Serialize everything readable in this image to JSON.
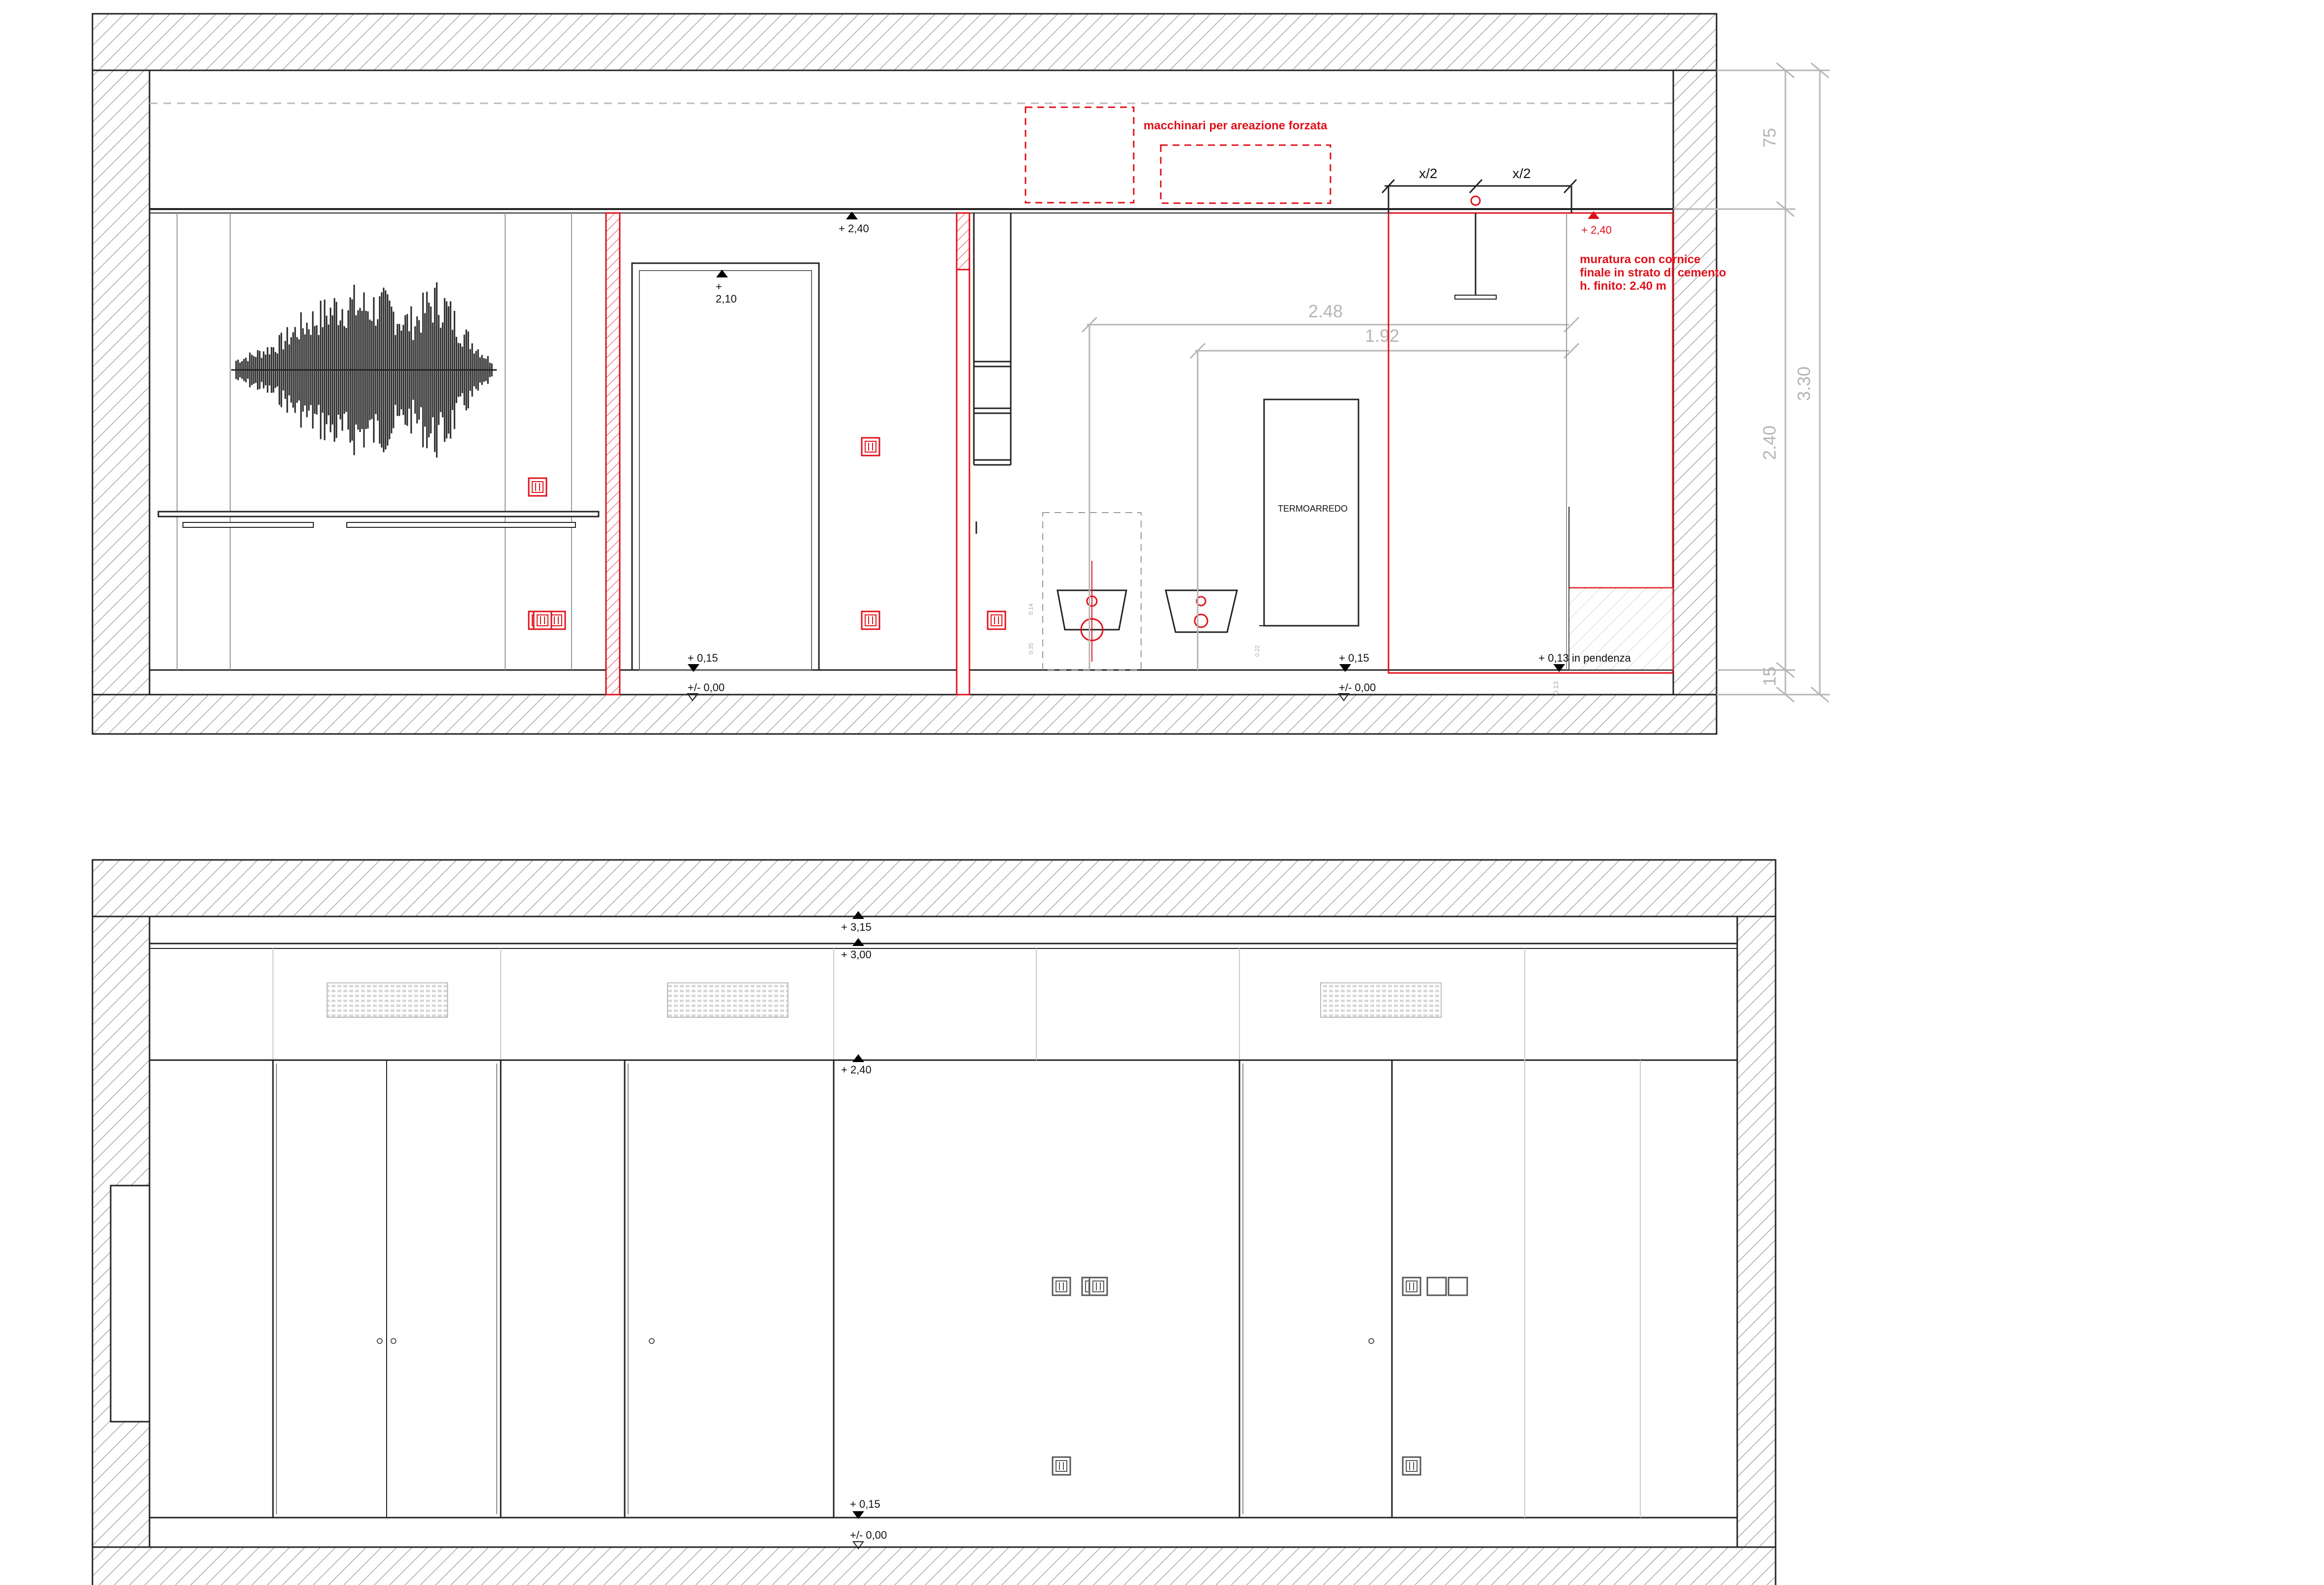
{
  "section_top": {
    "levels": {
      "ceiling_240": "+ 2,40",
      "door_210_a": "+",
      "door_210_b": "2,10",
      "floor_015_left": "+ 0,15",
      "floor_000_left": "+/- 0,00",
      "floor_015_right": "+ 0,15",
      "floor_000_right": "+/- 0,00",
      "shower_013": "+ 0,13 in pendenza",
      "shower_level_red": "+ 2,40",
      "shower_drain": "0.13",
      "toilet_035": "0.35",
      "toilet_014": "0.14",
      "bidet_022": "0.22"
    },
    "notes": {
      "ventilation": "macchinari per areazione forzata",
      "masonry_line1": "muratura con cornice",
      "masonry_line2": "finale in strato di cemento",
      "masonry_line3": "h. finito: 2.40 m",
      "radiator": "TERMOARREDO"
    },
    "dimensions": {
      "half_left": "x/2",
      "half_right": "x/2",
      "width_248": "2.48",
      "width_192": "1.92",
      "vert_75": "75",
      "vert_240": "2.40",
      "vert_15": "15",
      "vert_330": "3.30"
    }
  },
  "section_bottom": {
    "levels": {
      "level_315": "+ 3,15",
      "level_300": "+ 3,00",
      "level_240": "+ 2,40",
      "level_015": "+ 0,15",
      "level_000": "+/- 0,00"
    }
  },
  "colors": {
    "line": "#222222",
    "accent_red": "#e0101a",
    "hatch": "#8a8a8a",
    "dim_gray": "#b5b5b5"
  }
}
